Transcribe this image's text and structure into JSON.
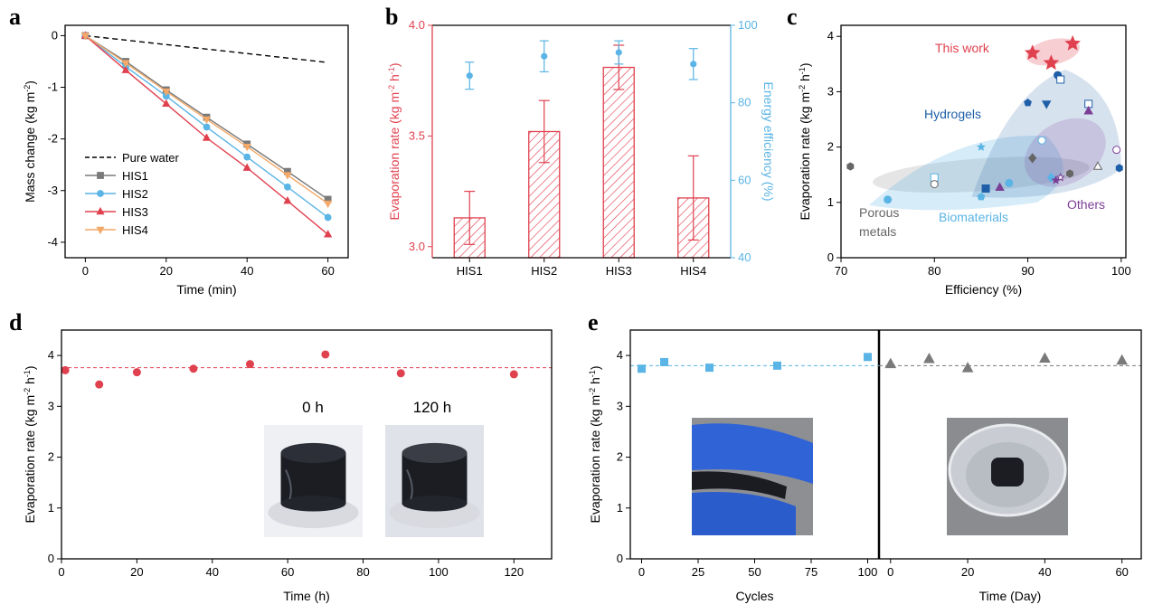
{
  "panel_letters": [
    "a",
    "b",
    "c",
    "d",
    "e"
  ],
  "colors": {
    "pure": "#000000",
    "his1": "#7a7a7a",
    "his2": "#5ab4e5",
    "his3": "#e0414f",
    "his4": "#f4a968",
    "red": "#e0414f",
    "blue": "#5ab4e5",
    "hydro": "#1f5fa8",
    "bio": "#5ab4e5",
    "other": "#7b3f96",
    "metal": "#666666"
  },
  "chart_data": [
    {
      "id": "a",
      "type": "line",
      "xlabel": "Time (min)",
      "ylabel": "Mass change (kg m-2)",
      "xlim": [
        -5,
        65
      ],
      "ylim": [
        -4.3,
        0.2
      ],
      "xticks": [
        0,
        20,
        40,
        60
      ],
      "yticks": [
        0,
        -1,
        -2,
        -3,
        -4
      ],
      "legend_position": "bottom-left",
      "series": [
        {
          "name": "Pure water",
          "style": "dashed",
          "color": "#000000",
          "x": [
            0,
            60
          ],
          "y": [
            0,
            -0.52
          ]
        },
        {
          "name": "HIS1",
          "marker": "square",
          "color": "#7a7a7a",
          "x": [
            0,
            10,
            20,
            30,
            40,
            50,
            60
          ],
          "y": [
            0,
            -0.5,
            -1.05,
            -1.58,
            -2.1,
            -2.63,
            -3.17
          ]
        },
        {
          "name": "HIS2",
          "marker": "circle",
          "color": "#5ab4e5",
          "x": [
            0,
            10,
            20,
            30,
            40,
            50,
            60
          ],
          "y": [
            0,
            -0.6,
            -1.17,
            -1.77,
            -2.35,
            -2.93,
            -3.52
          ]
        },
        {
          "name": "HIS3",
          "marker": "triangle",
          "color": "#e0414f",
          "x": [
            0,
            10,
            20,
            30,
            40,
            50,
            60
          ],
          "y": [
            0,
            -0.67,
            -1.32,
            -1.98,
            -2.56,
            -3.2,
            -3.85
          ]
        },
        {
          "name": "HIS4",
          "marker": "triangle-down",
          "color": "#f4a968",
          "x": [
            0,
            10,
            20,
            30,
            40,
            50,
            60
          ],
          "y": [
            0,
            -0.53,
            -1.08,
            -1.62,
            -2.15,
            -2.7,
            -3.25
          ]
        }
      ]
    },
    {
      "id": "b",
      "type": "bar",
      "categories": [
        "HIS1",
        "HIS2",
        "HIS3",
        "HIS4"
      ],
      "ylabel": "Evaporation rate (kg m-2 h-1)",
      "y2label": "Energy efficiency (%)",
      "ylim": [
        2.95,
        4.0
      ],
      "y2lim": [
        40,
        100
      ],
      "yticks": [
        3.0,
        3.5,
        4.0
      ],
      "y2ticks": [
        40,
        60,
        80,
        100
      ],
      "bars": {
        "values": [
          3.13,
          3.52,
          3.81,
          3.22
        ],
        "errors": [
          0.12,
          0.14,
          0.1,
          0.19
        ]
      },
      "efficiency": {
        "values": [
          87,
          92,
          93,
          90
        ],
        "errors": [
          3.5,
          4,
          3,
          4
        ]
      }
    },
    {
      "id": "c",
      "type": "scatter",
      "xlabel": "Efficiency (%)",
      "ylabel": "Evaporation rate (kg m-2 h-1)",
      "xlim": [
        70,
        100.5
      ],
      "ylim": [
        0,
        4.2
      ],
      "xticks": [
        70,
        80,
        90,
        100
      ],
      "yticks": [
        0,
        1,
        2,
        3,
        4
      ],
      "labels": {
        "this_work": "This work",
        "hydrogels": "Hydrogels",
        "biomaterials": "Biomaterials",
        "others": "Others",
        "porous1": "Porous",
        "porous2": "metals"
      },
      "groups": [
        {
          "name": "This work",
          "color": "#e0414f",
          "marker": "star",
          "x": [
            90.5,
            92.5,
            94.8
          ],
          "y": [
            3.7,
            3.52,
            3.87
          ]
        },
        {
          "name": "Hydrogels",
          "color": "#1f5fa8",
          "marker": "mixed",
          "x": [
            93.2,
            93.5,
            90,
            92,
            96.5,
            85.5,
            99.8
          ],
          "y": [
            3.3,
            3.22,
            2.8,
            2.78,
            2.78,
            1.25,
            1.62
          ]
        },
        {
          "name": "Biomaterials",
          "color": "#5ab4e5",
          "marker": "mixed",
          "x": [
            75,
            80,
            85,
            85,
            91.5,
            92.5,
            88
          ],
          "y": [
            1.05,
            1.45,
            2.0,
            1.1,
            2.12,
            1.45,
            1.35
          ]
        },
        {
          "name": "Others",
          "color": "#7b3f96",
          "marker": "mixed",
          "x": [
            96.5,
            99.5,
            87,
            93,
            93.5
          ],
          "y": [
            2.65,
            1.95,
            1.27,
            1.4,
            1.45
          ]
        },
        {
          "name": "Porous metals",
          "color": "#666666",
          "marker": "mixed",
          "x": [
            71,
            80,
            90.5,
            94.5,
            97.5
          ],
          "y": [
            1.65,
            1.33,
            1.8,
            1.52,
            1.65
          ]
        }
      ]
    },
    {
      "id": "d",
      "type": "scatter",
      "xlabel": "Time (h)",
      "ylabel": "Evaporation rate (kg m-2 h-1)",
      "xlim": [
        0,
        130
      ],
      "ylim": [
        0,
        4.5
      ],
      "xticks": [
        0,
        20,
        40,
        60,
        80,
        100,
        120
      ],
      "yticks": [
        0,
        1,
        2,
        3,
        4
      ],
      "reference": 3.76,
      "x": [
        1,
        10,
        20,
        35,
        50,
        70,
        90,
        120
      ],
      "y": [
        3.71,
        3.43,
        3.67,
        3.74,
        3.83,
        4.02,
        3.65,
        3.63
      ],
      "insets": [
        "0 h",
        "120 h"
      ]
    },
    {
      "id": "e",
      "type": "scatter",
      "ylabel": "Evaporation rate (kg m-2 h-1)",
      "ylim": [
        0,
        4.5
      ],
      "yticks": [
        0,
        1,
        2,
        3,
        4
      ],
      "reference": 3.8,
      "left": {
        "xlabel": "Cycles",
        "xlim": [
          -5,
          105
        ],
        "xticks": [
          0,
          25,
          50,
          75,
          100
        ],
        "x": [
          0,
          10,
          30,
          60,
          100
        ],
        "y": [
          3.74,
          3.87,
          3.76,
          3.8,
          3.97
        ]
      },
      "right": {
        "xlabel": "Time (Day)",
        "xlim": [
          -3,
          65
        ],
        "xticks": [
          0,
          20,
          40,
          60
        ],
        "x": [
          0,
          10,
          20,
          40,
          60
        ],
        "y": [
          3.83,
          3.93,
          3.75,
          3.94,
          3.9
        ]
      }
    }
  ]
}
